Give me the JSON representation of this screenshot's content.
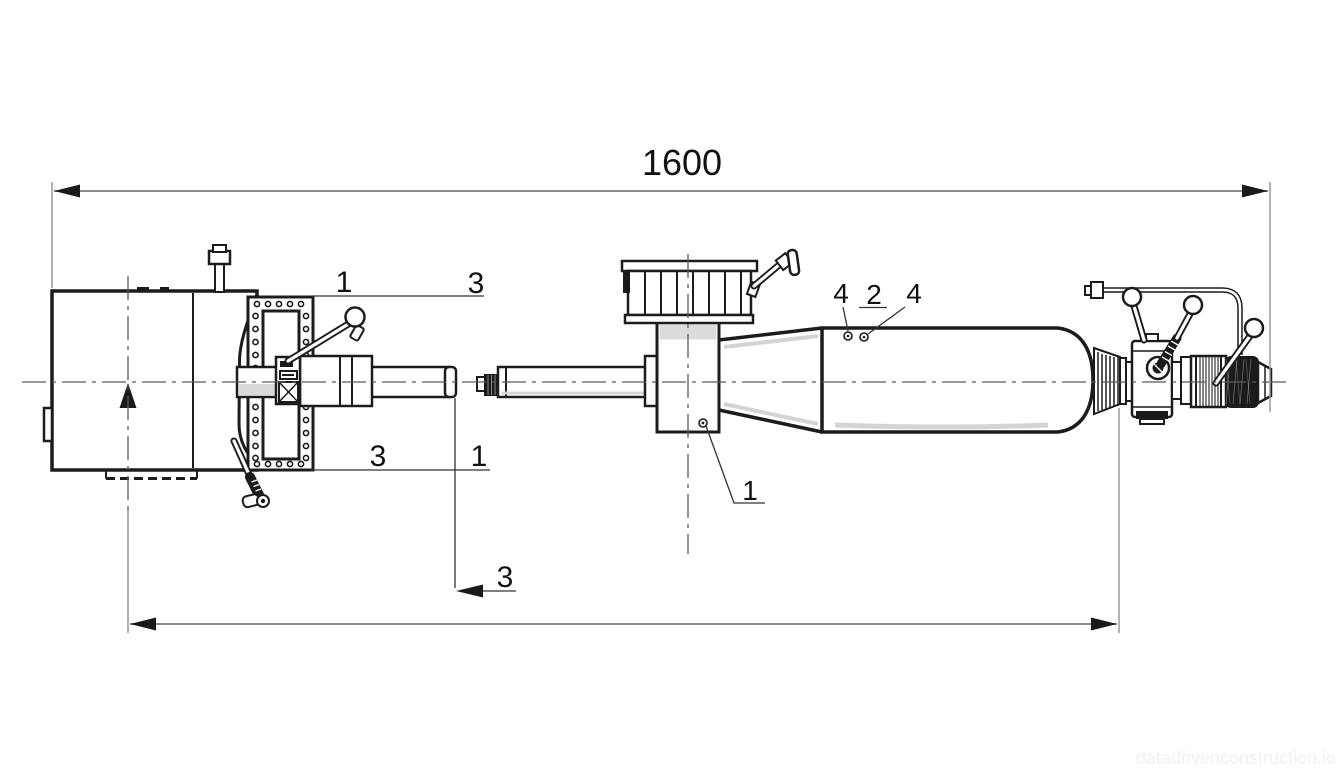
{
  "meta": {
    "type": "engineering-technical-drawing",
    "view": "side elevation of launcher / cylinder assembly with dimensions"
  },
  "colors": {
    "background": "#ffffff",
    "outline": "#1c1c1c",
    "dimension_line": "#8a8a8a",
    "centerline": "#5a5a5a",
    "shading": "#d9d9d9",
    "dark_fill": "#1a1a1a",
    "watermark": "#f1f1f1"
  },
  "dimension": {
    "overall_length": "1600"
  },
  "section_labels": {
    "upper_left": "1",
    "upper_right": "3",
    "middle_left": "3",
    "middle_right": "1",
    "view_arrow": "3"
  },
  "part_callouts": {
    "carriage": "1",
    "vessel_left": "4",
    "vessel_center": "2",
    "vessel_right": "4"
  },
  "watermark": {
    "text": "datadrivenconstruction.io"
  }
}
